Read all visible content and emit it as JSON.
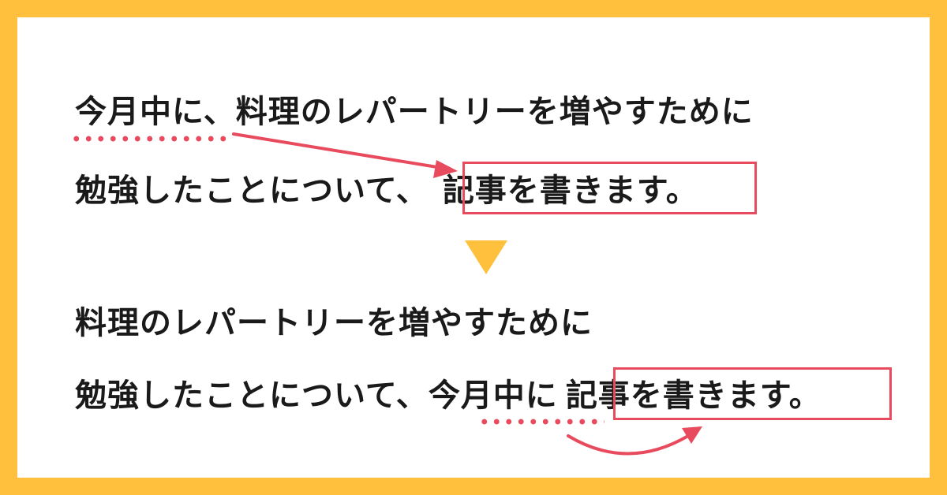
{
  "before": {
    "line1": "今月中に、料理のレパートリーを増やすために",
    "line2_prefix": "勉強したことについて、",
    "line2_boxed": "記事を書きます。"
  },
  "after": {
    "line1": "料理のレパートリーを増やすために",
    "line2_prefix": "勉強したことについて、",
    "line2_moved": "今月中に",
    "line2_boxed": "記事を書きます。"
  },
  "colors": {
    "frame": "#ffc03d",
    "accent": "#e84b5e",
    "text": "#1a1a1a",
    "background": "#ffffff"
  },
  "icons": {
    "transition": "down-triangle-icon",
    "move_arrows": "curved-arrow-icon"
  }
}
